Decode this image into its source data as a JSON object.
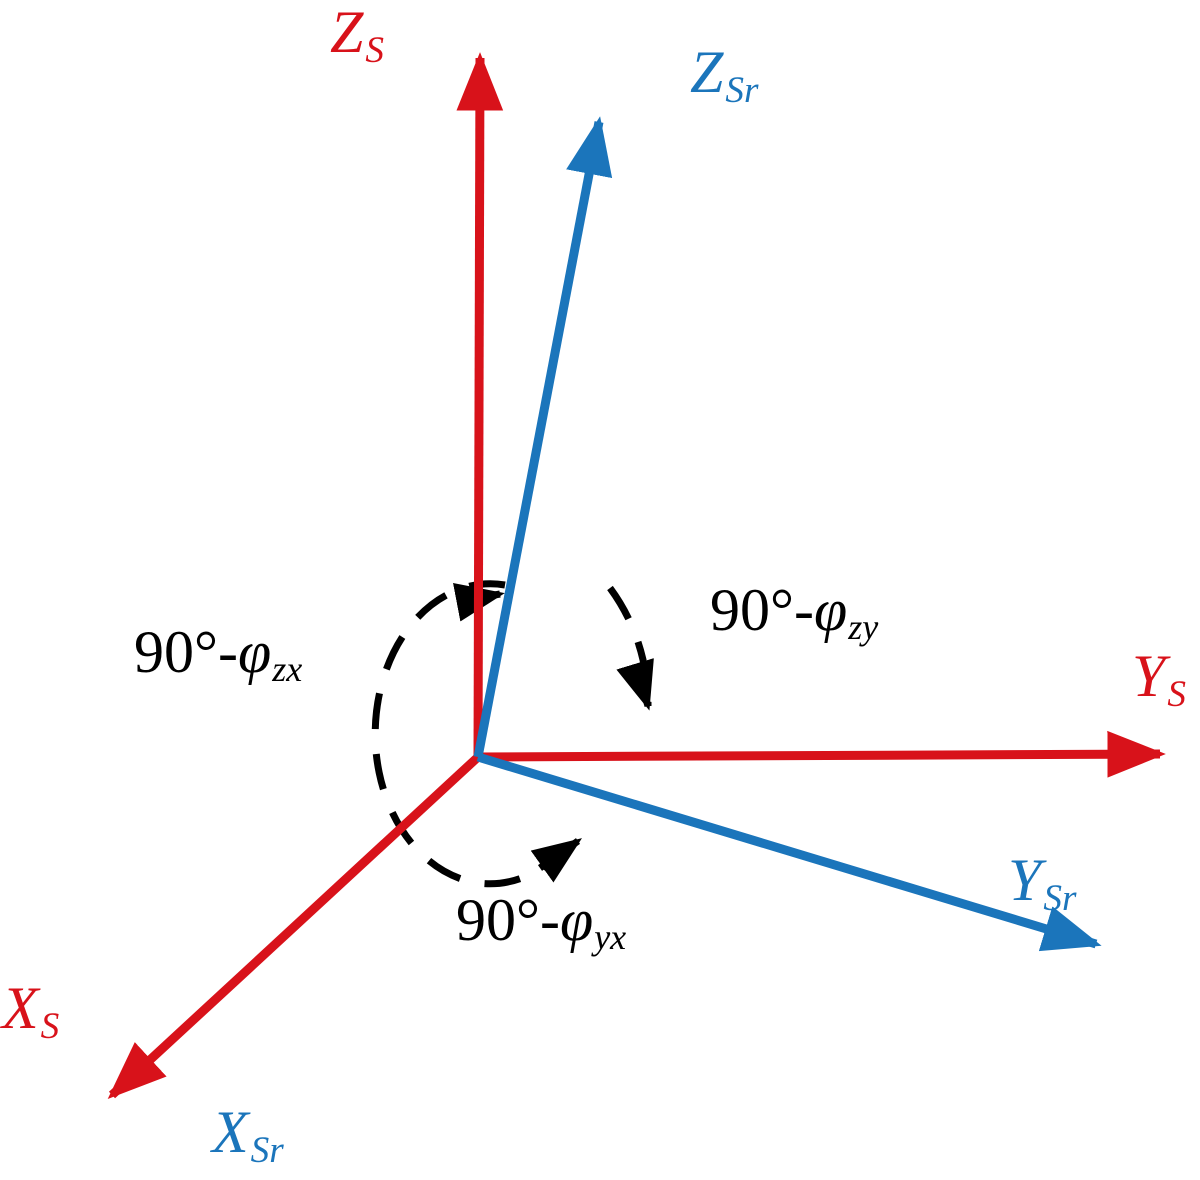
{
  "colors": {
    "reference_frame": "#d8121a",
    "rotated_frame": "#1b75bb",
    "annotation": "#000000",
    "background": "#ffffff"
  },
  "axes": {
    "reference": [
      {
        "id": "x-s",
        "main": "X",
        "sub": "S"
      },
      {
        "id": "y-s",
        "main": "Y",
        "sub": "S"
      },
      {
        "id": "z-s",
        "main": "Z",
        "sub": "S"
      }
    ],
    "rotated": [
      {
        "id": "x-sr",
        "main": "X",
        "sub": "Sr"
      },
      {
        "id": "y-sr",
        "main": "Y",
        "sub": "Sr"
      },
      {
        "id": "z-sr",
        "main": "Z",
        "sub": "Sr"
      }
    ]
  },
  "angles": [
    {
      "id": "angle-zx",
      "prefix": "90°-",
      "symbol": "φ",
      "sub": "zx"
    },
    {
      "id": "angle-zy",
      "prefix": "90°-",
      "symbol": "φ",
      "sub": "zy"
    },
    {
      "id": "angle-yx",
      "prefix": "90°-",
      "symbol": "φ",
      "sub": "yx"
    }
  ]
}
